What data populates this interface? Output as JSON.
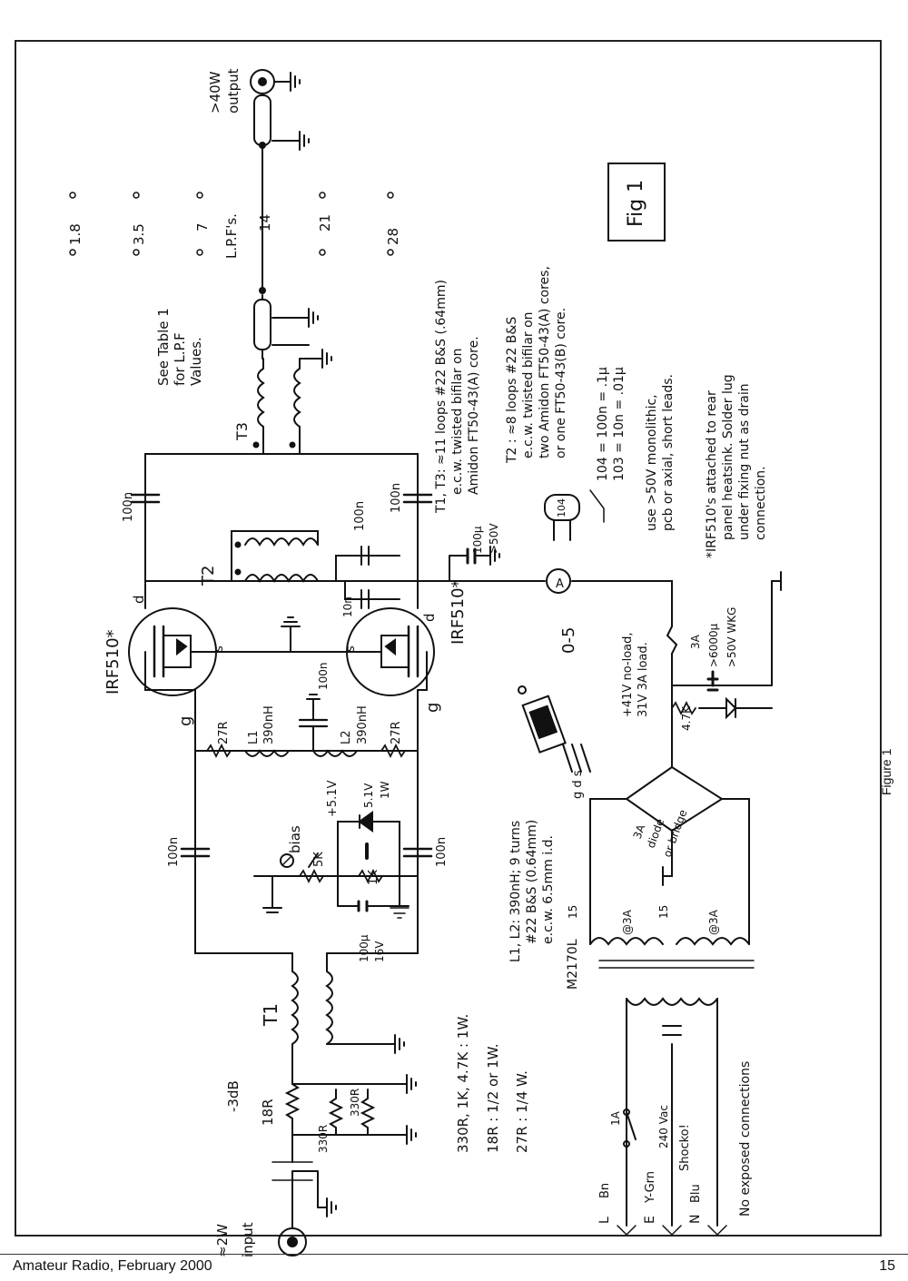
{
  "footer": {
    "publication": "Amateur Radio, February 2000",
    "page_number": "15"
  },
  "figure_caption": "Figure 1",
  "figure_box_label": "Fig 1",
  "schematic": {
    "input_label": "input",
    "input_power": "≈2W",
    "output_power": ">40W",
    "output_label": "output",
    "attenuator_label": "-3dB",
    "res_18R": "18R",
    "res_330R_a": "330R",
    "res_330R_b": "330R",
    "transformer_T1": "T1",
    "transformer_T2": "T2",
    "transformer_T3": "T3",
    "cap_100n": "100n",
    "cap_10n": "10n",
    "cap_100u_50V": "100µ",
    "cap_100u_50V_rating": ">50V",
    "cap_100u_16V": "100µ",
    "cap_100u_16V_rating": "16V",
    "res_27R": "27R",
    "ind_390nH": "390nH",
    "ind_L1": "L1",
    "ind_L2": "L2",
    "bias_label": "bias",
    "pot_5K": "5K",
    "res_1K": "1K",
    "zener_voltage": "+5.1V",
    "zener_label": "5.1V",
    "zener_power": "1W",
    "mosfet_label": "IRF510*",
    "pin_d": "d",
    "pin_s": "s",
    "pin_g": "g",
    "pinout_labels": "g d s",
    "meter_symbol": "A",
    "meter_range": "0-5",
    "fuse_3A": "3A",
    "fuse_1A": "1A",
    "supply_no_load": "+41V no-load,",
    "supply_load": "31V 3A load.",
    "res_4_7K": "4.7K",
    "cap_6000u": ">6000µ",
    "cap_6000u_rating": ">50V WKG",
    "bridge_label_1": "3A",
    "bridge_label_2": "diode",
    "bridge_label_3": "or bridge",
    "transformer_mains": "M2170L",
    "secondary_15_a": "15",
    "secondary_15_b": "15",
    "secondary_3A_a": "@3A",
    "secondary_3A_b": "@3A",
    "mains_L": "L",
    "mains_Bn": "Bn",
    "mains_E": "E",
    "mains_YGrn": "Y-Grn",
    "mains_N": "N",
    "mains_Blu": "Blu",
    "mains_voltage": "240 Vac",
    "shocko": "Shocko!",
    "no_exposed": "No exposed connections",
    "lpf_note_1": "See Table 1",
    "lpf_note_2": "for L.P.F",
    "lpf_note_3": "Values.",
    "lpf_label": "L.P.F's.",
    "bands": [
      "1.8",
      "3.5",
      "7",
      "14",
      "21",
      "28"
    ]
  },
  "notes": {
    "t1_t3_1": "T1, T3: ≈11 loops #22 B&S (.64mm)",
    "t1_t3_2": "e.c.w. twisted bifilar on",
    "t1_t3_3": "Amidon FT50-43(A) core.",
    "t2_1": "T2 : ≈8 loops #22 B&S",
    "t2_2": "e.c.w. twisted bifilar on",
    "t2_3": "two Amidon FT50-43(A) cores,",
    "t2_4": "or one FT50-43(B) core.",
    "cap_code_104": "104",
    "cap_104": "104 = 100n = .1µ",
    "cap_103": "103 = 10n = .01µ",
    "cap_use_1": "use >50V monolithic,",
    "cap_use_2": "pcb or axial, short leads.",
    "irf_note_1": "*IRF510's attached to rear",
    "irf_note_2": "panel heatsink. Solder lug",
    "irf_note_3": "under fixing nut as drain",
    "irf_note_4": "connection.",
    "coil_note_1": "L1, L2: 390nH; 9 turns",
    "coil_note_2": "#22 B&S (0.64mm)",
    "coil_note_3": "e.c.w. 6.5mm i.d.",
    "res_note_1": "330R, 1K, 4.7K : 1W.",
    "res_note_2": "18R : 1/2 or 1W.",
    "res_note_3": "27R : 1/4 W."
  }
}
